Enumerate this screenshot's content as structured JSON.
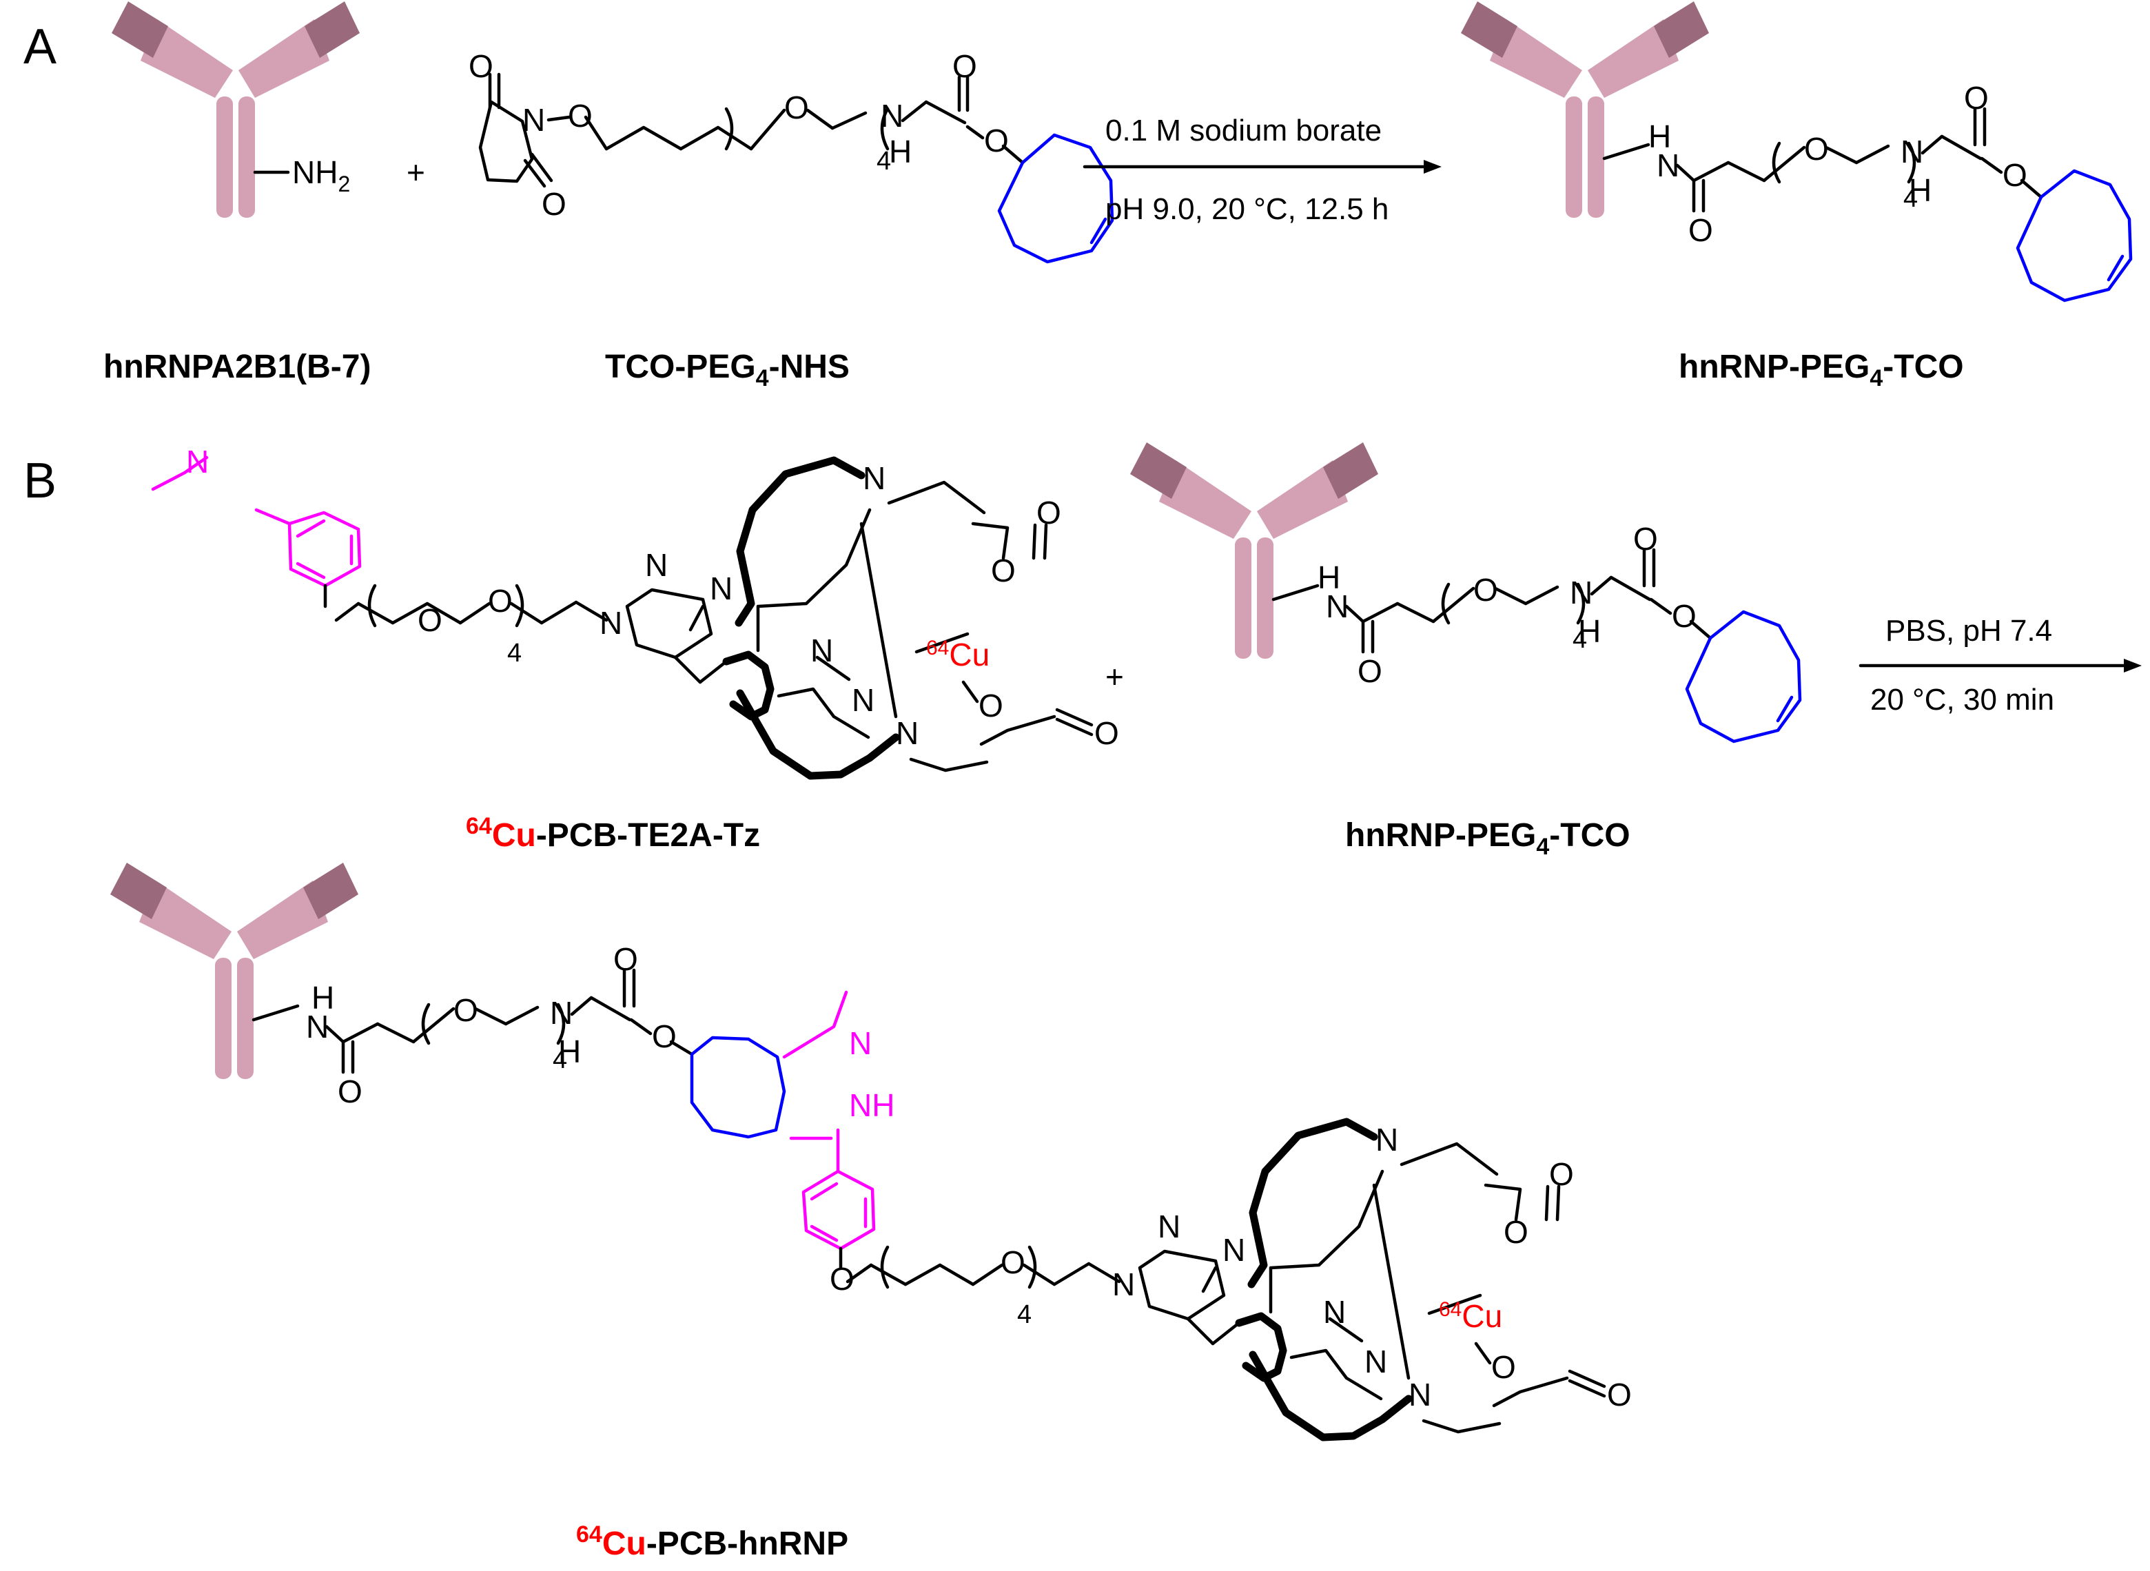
{
  "panels": {
    "a": "A",
    "b": "B"
  },
  "atoms": {
    "o": "O",
    "n": "N",
    "h": "H",
    "nh": "NH",
    "nh2": "NH",
    "sub2": "2",
    "four": "4",
    "cu": "Cu",
    "sup64": "64",
    "plus": "+"
  },
  "reaction_a": {
    "line1": "0.1 M sodium borate",
    "line2": "pH 9.0, 20 °C, 12.5 h"
  },
  "reaction_b": {
    "line1": "PBS, pH 7.4",
    "line2": "20 °C, 30 min"
  },
  "labels": {
    "antibody": "hnRNPA2B1(B-7)",
    "tco_nhs_pre": "TCO-PEG",
    "tco_nhs_sub": "4",
    "tco_nhs_post": "-NHS",
    "hnrnp_tco_pre": "hnRNP-PEG",
    "hnrnp_tco_sub": "4",
    "hnrnp_tco_post": "-TCO",
    "cu_tz_sup": "64",
    "cu_tz_cu": "Cu",
    "cu_tz_post": "-PCB-TE2A-Tz",
    "final_sup": "64",
    "final_cu": "Cu",
    "final_post": "-PCB-hnRNP"
  },
  "colors": {
    "antibody_light": "#d4a0b4",
    "antibody_dark": "#9a6a7c",
    "tco": "#0000ff",
    "tetrazine": "#ff00ff",
    "copper": "#ff0000",
    "bonds": "#000000"
  }
}
